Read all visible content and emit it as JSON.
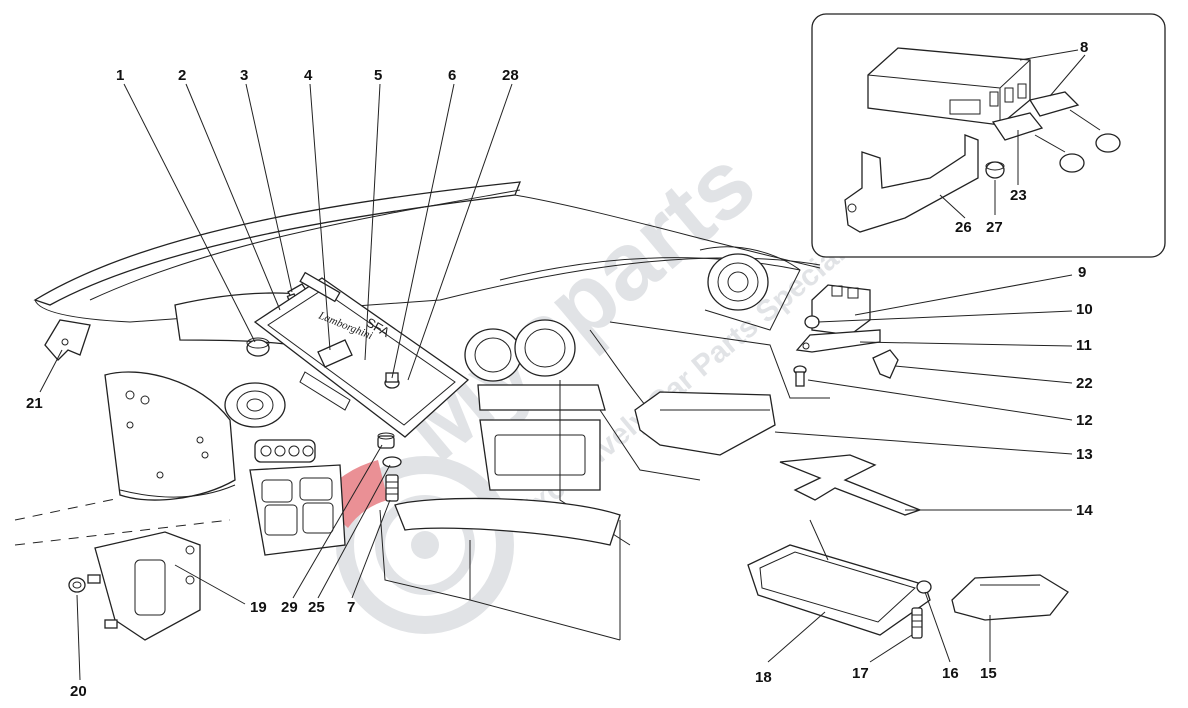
{
  "diagram": {
    "callouts": [
      {
        "id": "1",
        "label": "1"
      },
      {
        "id": "2",
        "label": "2"
      },
      {
        "id": "3",
        "label": "3"
      },
      {
        "id": "4",
        "label": "4"
      },
      {
        "id": "5",
        "label": "5"
      },
      {
        "id": "6",
        "label": "6"
      },
      {
        "id": "28",
        "label": "28"
      },
      {
        "id": "8",
        "label": "8"
      },
      {
        "id": "23",
        "label": "23"
      },
      {
        "id": "26",
        "label": "26"
      },
      {
        "id": "27",
        "label": "27"
      },
      {
        "id": "9",
        "label": "9"
      },
      {
        "id": "10",
        "label": "10"
      },
      {
        "id": "11",
        "label": "11"
      },
      {
        "id": "22",
        "label": "22"
      },
      {
        "id": "12",
        "label": "12"
      },
      {
        "id": "13",
        "label": "13"
      },
      {
        "id": "14",
        "label": "14"
      },
      {
        "id": "21",
        "label": "21"
      },
      {
        "id": "19",
        "label": "19"
      },
      {
        "id": "20",
        "label": "20"
      },
      {
        "id": "29",
        "label": "29"
      },
      {
        "id": "25",
        "label": "25"
      },
      {
        "id": "7",
        "label": "7"
      },
      {
        "id": "18",
        "label": "18"
      },
      {
        "id": "17",
        "label": "17"
      },
      {
        "id": "16",
        "label": "16"
      },
      {
        "id": "15",
        "label": "15"
      }
    ],
    "part_texts": {
      "badge": "Lamborghini",
      "unit_code": "SFA"
    },
    "watermark": {
      "brand": "Mysparts",
      "tagline": "Exclusively Car Parts Specialist",
      "accent_color": "#d9363e",
      "tone_color": "#c9ccd1"
    }
  }
}
